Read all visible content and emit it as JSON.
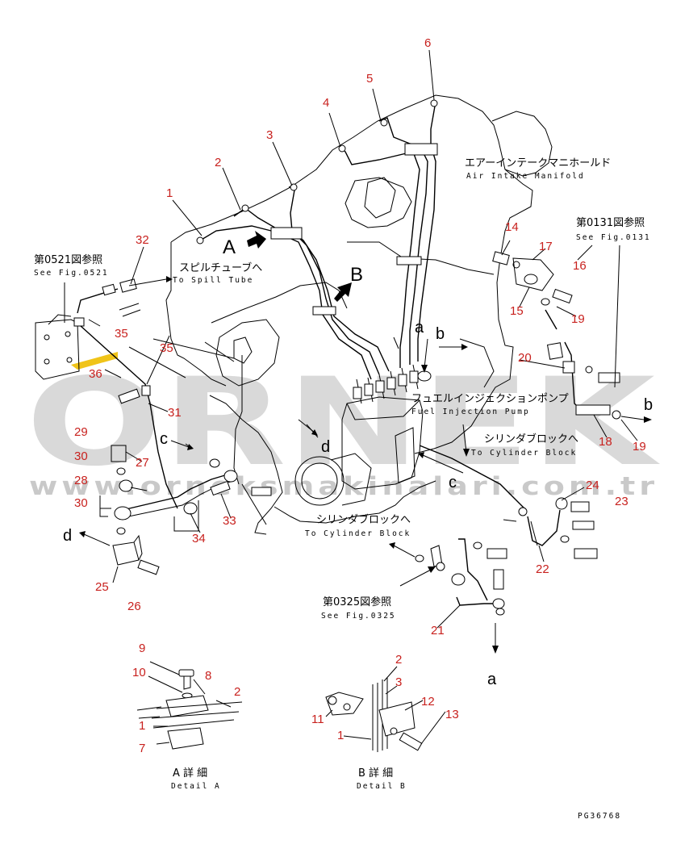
{
  "callouts": [
    "1",
    "2",
    "3",
    "4",
    "5",
    "6",
    "7",
    "8",
    "9",
    "10",
    "11",
    "12",
    "13",
    "14",
    "15",
    "16",
    "17",
    "18",
    "19",
    "20",
    "21",
    "22",
    "23",
    "24",
    "25",
    "26",
    "27",
    "28",
    "29",
    "30",
    "31",
    "32",
    "33",
    "34",
    "35",
    "36"
  ],
  "letters": {
    "A": "A",
    "B": "B",
    "a": "a",
    "b": "b",
    "c": "c",
    "d": "d"
  },
  "labels": {
    "air_intake_jp": "エアーインテークマニホールド",
    "air_intake_en": "Air Intake Manifold",
    "spill_tube_jp": "スピルチューブへ",
    "spill_tube_en": "To Spill Tube",
    "fuel_pump_jp": "フュエルインジェクションポンプ",
    "fuel_pump_en": "Fuel Injection Pump",
    "cyl_block_jp": "シリンダブロックへ",
    "cyl_block_en": "To Cylinder Block",
    "fig0521_jp": "第0521図参照",
    "fig0521_en": "See Fig.0521",
    "fig0131_jp": "第0131図参照",
    "fig0131_en": "See Fig.0131",
    "fig0325_jp": "第0325図参照",
    "fig0325_en": "See Fig.0325",
    "detail_a_jp": "A 詳 細",
    "detail_a_en": "Detail A",
    "detail_b_jp": "B 詳 細",
    "detail_b_en": "Detail B",
    "drawing_code": "PG36768"
  },
  "watermark": {
    "brand": "ORNEK",
    "url": "www.orneksmakinalari.com.tr",
    "color": "#d9d9d9",
    "accent": "#f0c419"
  },
  "colors": {
    "callout": "#c8211e",
    "line": "#000000"
  }
}
